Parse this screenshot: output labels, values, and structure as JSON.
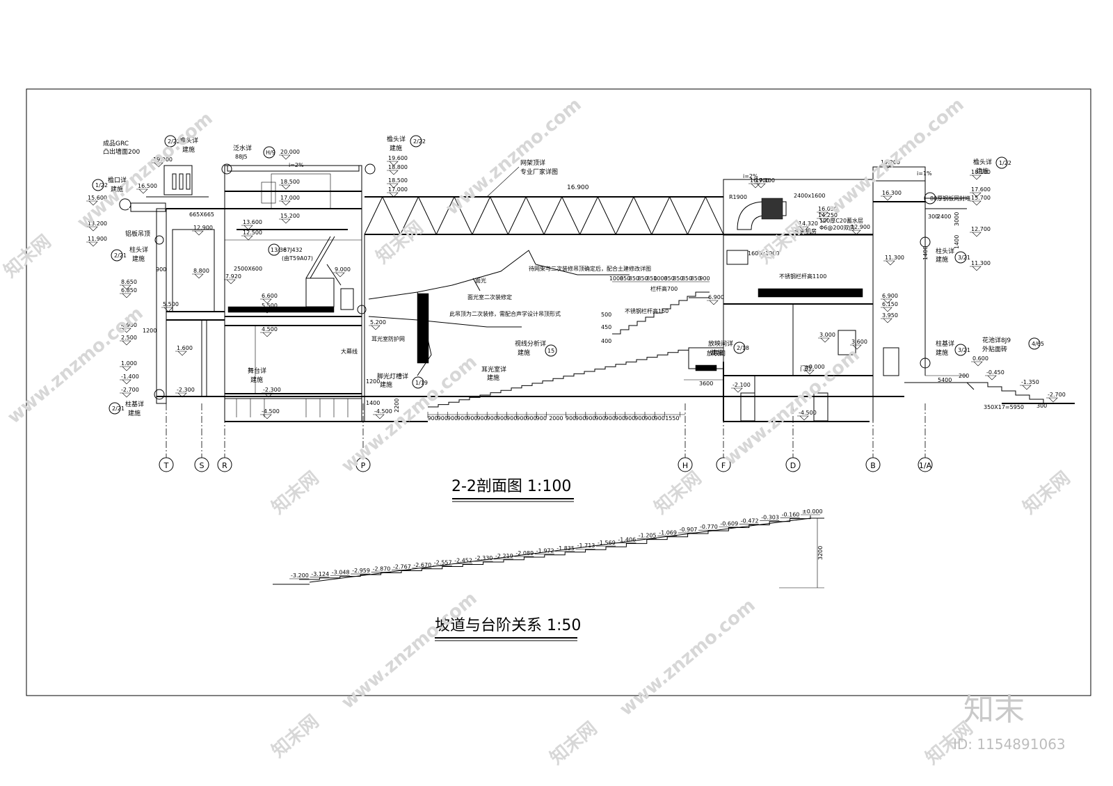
{
  "titles": {
    "section": "2-2剖面图 1:100",
    "ramp": "坡道与台阶关系 1:50"
  },
  "grid_axes": [
    "T",
    "S",
    "R",
    "P",
    "H",
    "F",
    "D",
    "B",
    "1/A"
  ],
  "left_elevations": [
    "19.200",
    "16.500",
    "15.600",
    "13.200",
    "11.900",
    "8.650",
    "6.850",
    "4.900",
    "2.500",
    "1.000",
    "-1.400",
    "-2.700"
  ],
  "right_elevations": [
    "18.100",
    "17.600",
    "15.700",
    "12.700",
    "11.300",
    "11.300"
  ],
  "stage_elevations": [
    "20.000",
    "19.600",
    "18.800",
    "18.500",
    "17.000",
    "18.500",
    "17.000",
    "15.200",
    "13.600",
    "12.500",
    "12.900",
    "9.000",
    "8.800",
    "7.920",
    "6.600",
    "5.500",
    "5.500",
    "4.500",
    "1.600",
    "-2.300",
    "-2.300",
    "-4.500",
    "-4.500",
    "5.200"
  ],
  "east_elevations": [
    "19.200",
    "16.900",
    "17.100",
    "16.300",
    "16.050",
    "14.250",
    "14.320",
    "12.900",
    "6.900",
    "6.900",
    "6.150",
    "3.950",
    "3.000",
    "3.600",
    "±0.000",
    "-2.100",
    "-4.500",
    "0.600",
    "-0.450",
    "-1.350",
    "-2.700"
  ],
  "callouts": {
    "left_top": "成品GRC",
    "left_top2": "凸出墙面200",
    "eaves_a": "檐头详",
    "eaves_a2": "建施",
    "eaves_a_ref": "2/22",
    "flash": "泛水详",
    "flash_ref": "88J5",
    "flash_ref2": "H/9",
    "eaves_b": "檐头详",
    "eaves_b2": "建施",
    "eaves_b_ref": "2/22",
    "gutter": "檐口详",
    "gutter2": "建施",
    "gutter_ref": "1/22",
    "alu": "铝板吊顶",
    "column_head": "柱头详",
    "column_head2": "建施",
    "column_head_ref": "2/21",
    "column_base": "柱基详",
    "column_base2": "建施",
    "column_base_ref": "2/21",
    "truss": "网架顶详",
    "truss2": "专业厂家详图",
    "truss_elev": "16.900",
    "slope1": "i=2%",
    "slope2": "i=2%",
    "slope3": "i=1%",
    "eaves_c": "檐头详",
    "eaves_c2": "建施",
    "eaves_c_ref": "1/22",
    "mesh": "80厚钢板网封堵",
    "column_head_r": "柱头详",
    "column_head_r2": "建施",
    "column_head_r_ref": "3/21",
    "column_base_r": "柱基详",
    "column_base_r2": "建施",
    "column_base_r_ref": "3/21",
    "planter": "花池详8J9",
    "planter2": "外贴面砖",
    "planter_ref": "4/65",
    "stage_detail": "舞台详",
    "stage_detail2": "建施",
    "footlight": "脚光灯槽详",
    "footlight2": "建施",
    "footlight_ref": "1/19",
    "sight": "视线分析详",
    "sight2": "建施",
    "sight_ref": "15",
    "ear": "耳光室详",
    "ear2": "建施",
    "proj": "放映间详",
    "proj2": "建施",
    "proj_ref": "2/18",
    "proj_room": "放映间",
    "lobby": "门厅",
    "rail1": "不锈钢栏杆高1100",
    "rail2": "栏杆高700",
    "rail3": "不锈钢栏杆高150",
    "ceiling_note": "待网架与二次装修吊顶确定后，配合土建修改详图",
    "ceiling_note2": "此吊顶为二次装修，需配合声学设计吊顶形式",
    "face_light": "面光",
    "face_light2": "面光室二次装修定",
    "ear_wall": "耳光室防护网",
    "curtain": "大幕线",
    "stair_ref": "87J432",
    "stair_ref2": "(由T59A07)",
    "stair_ref_id": "13/36",
    "hole": "665X665",
    "hole2": "2500X600",
    "hole3": "2400x1600",
    "hole4": "1600x1000",
    "duct": "R1900",
    "water": "100厚C20蓄水层",
    "water2": "Φ6@200双向",
    "equip": "设备机房",
    "dims_bottom": [
      "900",
      "900",
      "900",
      "900",
      "900",
      "900",
      "900",
      "900",
      "900",
      "900",
      "900",
      "900",
      "2000",
      "900",
      "900",
      "900",
      "900",
      "900",
      "900",
      "900",
      "900",
      "900",
      "900",
      "1550"
    ],
    "dims_misc": [
      "3600",
      "5400",
      "200",
      "300",
      "350X17=5950",
      "1200",
      "1200",
      "900",
      "1400",
      "2200",
      "3000",
      "1400",
      "1400",
      "2400",
      "300"
    ],
    "seat_row_dims": [
      "1000",
      "850",
      "850",
      "850",
      "850",
      "1000",
      "850",
      "850",
      "850",
      "850",
      "900"
    ],
    "seat_heights": [
      "500",
      "450",
      "400"
    ]
  },
  "ramp": {
    "labels": [
      "-3.200",
      "-3.124",
      "-3.048",
      "-2.959",
      "-2.870",
      "-2.767",
      "-2.670",
      "-2.557",
      "-2.452",
      "-2.330",
      "-2.219",
      "-2.089",
      "-1.972",
      "-1.835",
      "-1.713",
      "-1.569",
      "-1.406",
      "-1.205",
      "-1.069",
      "-0.907",
      "-0.770",
      "-0.609",
      "-0.472",
      "-0.303",
      "-0.160",
      "±0.000"
    ],
    "height_dim": "3200"
  },
  "watermark": {
    "site": "www.znzmo.com",
    "cn": "知末网",
    "brand": "知末",
    "id": "ID: 1154891063"
  }
}
